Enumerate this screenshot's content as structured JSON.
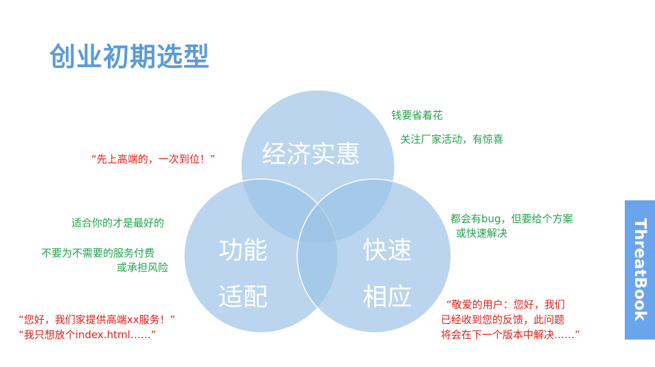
{
  "title": "创业初期选型",
  "circles": {
    "top": {
      "label": "经济实惠"
    },
    "left": {
      "label_line1": "功能",
      "label_line2": "适配"
    },
    "right": {
      "label_line1": "快速",
      "label_line2": "相应"
    }
  },
  "notes": {
    "economy_1": "钱要省着花",
    "economy_2": "关注厂家活动，有惊喜",
    "quote_highend": "“先上高端的，一次到位！”",
    "fit_1": "适合你的才是最好的",
    "fit_2_line1": "不要为不需要的服务付费",
    "fit_2_line2": "或承担风险",
    "quote_vendor_line1": "“您好，我们家提供高端xx服务！”",
    "quote_vendor_line2": "“我只想放个index.html……”",
    "fast_1_line1": "都会有bug，但要给个方案",
    "fast_1_line2": "或快速解决",
    "quote_support_line1": "“敬爱的用户：您好，我们",
    "quote_support_line2": "已经收到您的反馈，此问题",
    "quote_support_line3": "将会在下一个版本中解决……”"
  },
  "brand": {
    "text": "ThreatBook"
  },
  "colors": {
    "title": "#5b9bd5",
    "circle_fill": "#9dc3e6",
    "note_green": "#21a34a",
    "note_red": "#e0201b",
    "brand_tab": "#6aa5ec"
  }
}
